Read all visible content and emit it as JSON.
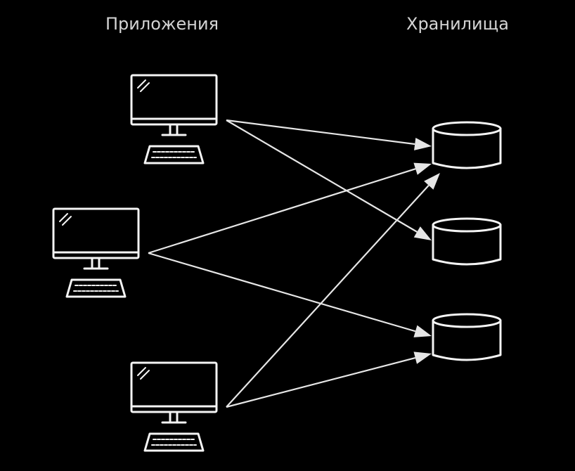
{
  "headers": {
    "applications": "Приложения",
    "storages": "Хранилища"
  },
  "nodes": {
    "applications": [
      {
        "id": "app-1",
        "icon": "computer-icon"
      },
      {
        "id": "app-2",
        "icon": "computer-icon"
      },
      {
        "id": "app-3",
        "icon": "computer-icon"
      }
    ],
    "storages": [
      {
        "id": "storage-1",
        "icon": "database-icon"
      },
      {
        "id": "storage-2",
        "icon": "database-icon"
      },
      {
        "id": "storage-3",
        "icon": "database-icon"
      }
    ]
  },
  "edges": [
    {
      "from": "app-1",
      "to": "storage-1"
    },
    {
      "from": "app-1",
      "to": "storage-2"
    },
    {
      "from": "app-2",
      "to": "storage-1"
    },
    {
      "from": "app-2",
      "to": "storage-3"
    },
    {
      "from": "app-3",
      "to": "storage-1"
    },
    {
      "from": "app-3",
      "to": "storage-3"
    }
  ],
  "colors": {
    "background": "#000000",
    "foreground": "#f4f4f4",
    "label": "#d4d4d4"
  }
}
